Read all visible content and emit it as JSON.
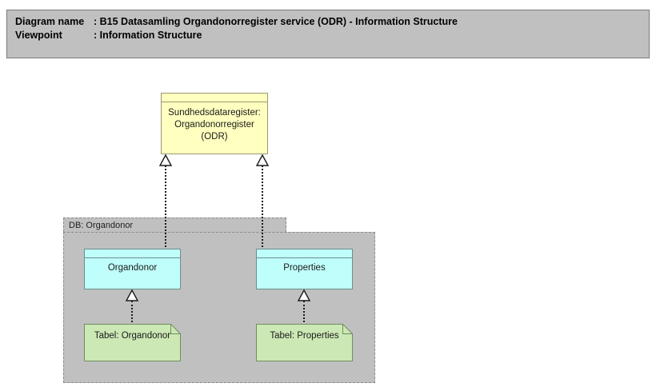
{
  "header": {
    "diagram_name_label": "Diagram name",
    "diagram_name_sep": ": ",
    "diagram_name_value": "B15 Datasamling Organdonorregister service (ODR) - Information Structure",
    "viewpoint_label": "Viewpoint",
    "viewpoint_sep": ": ",
    "viewpoint_value": "Information Structure",
    "background_color": "#c0c0c0",
    "border_color": "#7a7a7a",
    "text_color": "#000000"
  },
  "diagram": {
    "type": "archimate-information-structure",
    "canvas_background": "#ffffff",
    "register": {
      "name": "register-data-object",
      "label_line1": "Sundhedsdataregister:",
      "label_line2": "Organdonorregister",
      "label_line3": "(ODR)",
      "fill_color": "#ffffbf",
      "border_color": "#9a9a70"
    },
    "group": {
      "name": "database-grouping",
      "tab_label": "DB: Organdonor",
      "fill_color": "#c0c0c0",
      "border_color": "#8c8c8c",
      "border_style": "dashed"
    },
    "data_objects": [
      {
        "id": "organdonor",
        "label": "Organdonor",
        "fill_color": "#bffffb",
        "border_color": "#6d8e8c"
      },
      {
        "id": "properties",
        "label": "Properties",
        "fill_color": "#bffffb",
        "border_color": "#6d8e8c"
      }
    ],
    "artifacts": [
      {
        "id": "tabel-organdonor",
        "label": "Tabel: Organdonor",
        "fill_color": "#cce8b5",
        "border_color": "#6f8f5c"
      },
      {
        "id": "tabel-properties",
        "label": "Tabel: Properties",
        "fill_color": "#cce8b5",
        "border_color": "#6f8f5c"
      }
    ],
    "relationships": [
      {
        "id": "rel-organdonor-to-register",
        "type": "realization",
        "source": "organdonor",
        "target": "register",
        "line_style": "dotted",
        "arrowhead": "hollow-triangle"
      },
      {
        "id": "rel-properties-to-register",
        "type": "realization",
        "source": "properties",
        "target": "register",
        "line_style": "dotted",
        "arrowhead": "hollow-triangle"
      },
      {
        "id": "rel-tabel-organdonor-to-organdonor",
        "type": "realization",
        "source": "tabel-organdonor",
        "target": "organdonor",
        "line_style": "dotted",
        "arrowhead": "hollow-triangle"
      },
      {
        "id": "rel-tabel-properties-to-properties",
        "type": "realization",
        "source": "tabel-properties",
        "target": "properties",
        "line_style": "dotted",
        "arrowhead": "hollow-triangle"
      }
    ]
  }
}
